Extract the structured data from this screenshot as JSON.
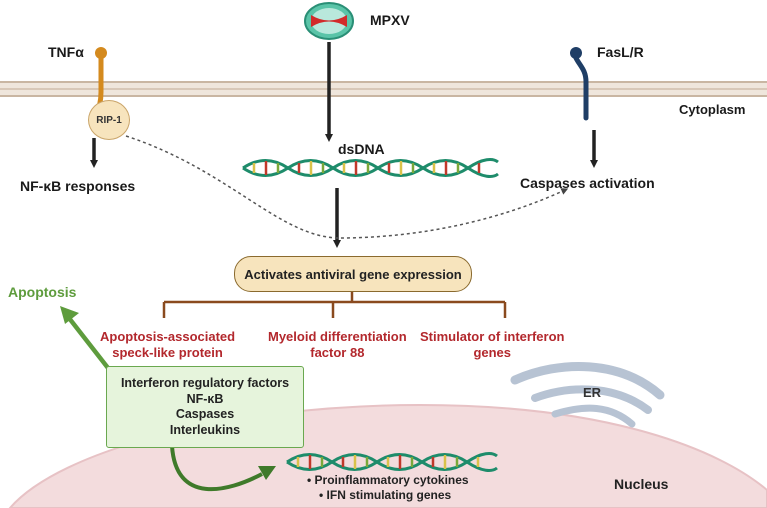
{
  "labels": {
    "tnfa": "TNFα",
    "mpxv": "MPXV",
    "fasl": "FasL/R",
    "cytoplasm": "Cytoplasm",
    "rip1": "RIP-1",
    "dsdna": "dsDNA",
    "nfkb_responses": "NF-κB responses",
    "caspases_activation": "Caspases activation",
    "activates": "Activates antiviral gene expression",
    "apoptosis": "Apoptosis",
    "branch_1": "Apoptosis-associated\nspeck-like protein",
    "branch_2": "Myeloid differentiation\nfactor 88",
    "branch_3": "Stimulator of interferon\ngenes",
    "er": "ER",
    "nucleus": "Nucleus"
  },
  "irf_box": [
    "Interferon regulatory factors",
    "NF-κB",
    "Caspases",
    "Interleukins"
  ],
  "nucleus_bullets": [
    "Proinflammatory cytokines",
    "IFN stimulating genes"
  ],
  "colors": {
    "membrane": "#d9c9b8",
    "nucleus": "#f3dcdd",
    "branch": "#8a4a1e",
    "red_text": "#b3282d",
    "apoptosis_green": "#5e9c3d",
    "dna_green": "#1e8c6b",
    "fas_blue": "#1f3e66",
    "tnf_orange": "#d48a1e"
  }
}
